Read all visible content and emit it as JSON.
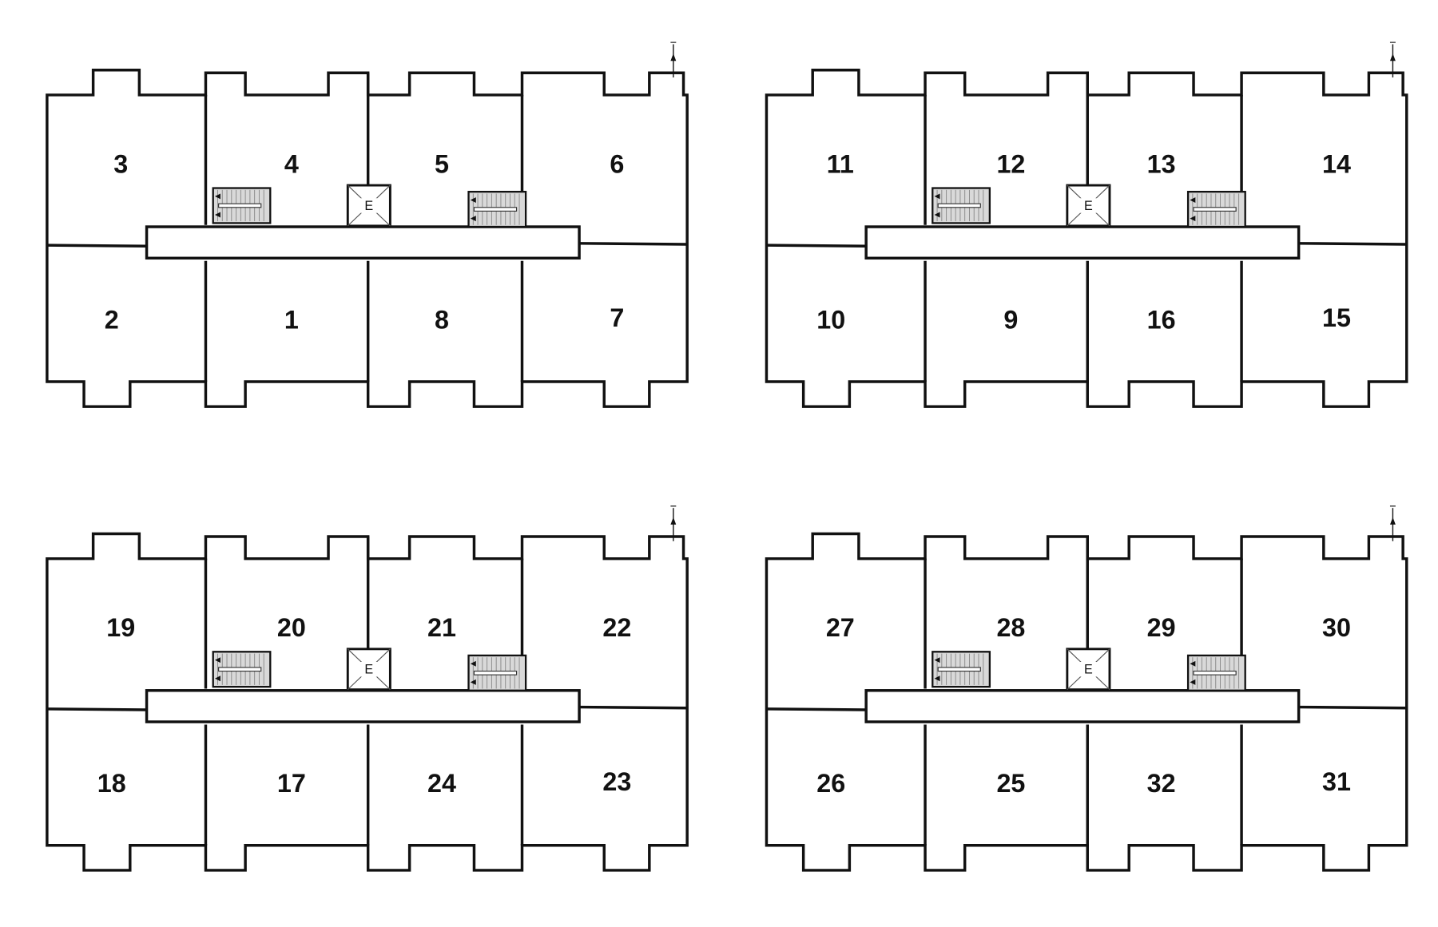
{
  "elevator_label": "E",
  "plans": [
    {
      "name": "plan-1",
      "units": {
        "top": [
          "3",
          "4",
          "5",
          "6"
        ],
        "bottom": [
          "2",
          "1",
          "8",
          "7"
        ]
      }
    },
    {
      "name": "plan-2",
      "units": {
        "top": [
          "11",
          "12",
          "13",
          "14"
        ],
        "bottom": [
          "10",
          "9",
          "16",
          "15"
        ]
      }
    },
    {
      "name": "plan-3",
      "units": {
        "top": [
          "19",
          "20",
          "21",
          "22"
        ],
        "bottom": [
          "18",
          "17",
          "24",
          "23"
        ]
      }
    },
    {
      "name": "plan-4",
      "units": {
        "top": [
          "27",
          "28",
          "29",
          "30"
        ],
        "bottom": [
          "26",
          "25",
          "32",
          "31"
        ]
      }
    }
  ],
  "colors": {
    "wall": "#111111",
    "stair_fill": "#d9d9d9",
    "background": "#ffffff"
  },
  "icons": {
    "north_arrow": "north-arrow-icon",
    "stairs": "stairs-icon",
    "elevator": "elevator-icon"
  }
}
